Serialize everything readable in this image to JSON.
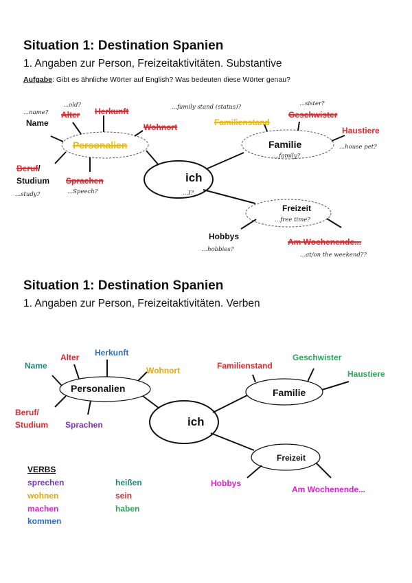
{
  "section1": {
    "title": "Situation 1: Destination Spanien",
    "subtitle": "1. Angaben zur Person, Freizeitaktivitäten. Substantive",
    "task_label": "Aufgabe",
    "task_text": ": Gibt es ähnliche Wörter auf English? Was bedeuten diese Wörter genau?",
    "center": "ich",
    "center_hint": "...I?",
    "personalien": "Personalien",
    "familie": "Familie",
    "familie_hint": "...family?",
    "freizeit": "Freizeit",
    "freizeit_hint": "...free time?",
    "name": "Name",
    "name_hint": "...name?",
    "alter": "Alter",
    "alter_hint": "...old?",
    "herkunft": "Herkunft",
    "wohnort": "Wohnort",
    "beruf": "Beruf",
    "beruf_slash": "/",
    "studium": "Studium",
    "studium_hint": "...study?",
    "sprachen": "Sprachen",
    "sprachen_hint": "...Speech?",
    "familienstand": "Familienstand",
    "familienstand_hint": "...family stand (status)?",
    "geschwister": "Geschwister",
    "geschwister_hint": "...sister?",
    "haustiere": "Haustiere",
    "haustiere_hint": "...house pet?",
    "hobbys": "Hobbys",
    "hobbys_hint": "...hobbies?",
    "wochenende": "Am Wochenende...",
    "wochenende_hint": "...at/on the weekend??"
  },
  "section2": {
    "title": "Situation 1: Destination Spanien",
    "subtitle": "1. Angaben zur Person, Freizeitaktivitäten. Verben",
    "center": "ich",
    "personalien": "Personalien",
    "familie": "Familie",
    "freizeit": "Freizeit",
    "name": "Name",
    "alter": "Alter",
    "herkunft": "Herkunft",
    "wohnort": "Wohnort",
    "beruf": "Beruf/",
    "studium": "Studium",
    "sprachen": "Sprachen",
    "familienstand": "Familienstand",
    "geschwister": "Geschwister",
    "haustiere": "Haustiere",
    "hobbys": "Hobbys",
    "wochenende": "Am Wochenende...",
    "verbs_heading": "VERBS",
    "verbs_col1": [
      "sprechen",
      "wohnen",
      "machen",
      "kommen"
    ],
    "verbs_col2": [
      "heißen",
      "sein",
      "haben"
    ]
  },
  "colors": {
    "red": "#e8262b",
    "yellow": "#f4b800",
    "teal": "#1f8a7a",
    "blue": "#2a6fc7",
    "magenta": "#e020d0",
    "purple": "#7a36b8",
    "green": "#2aa55a"
  }
}
